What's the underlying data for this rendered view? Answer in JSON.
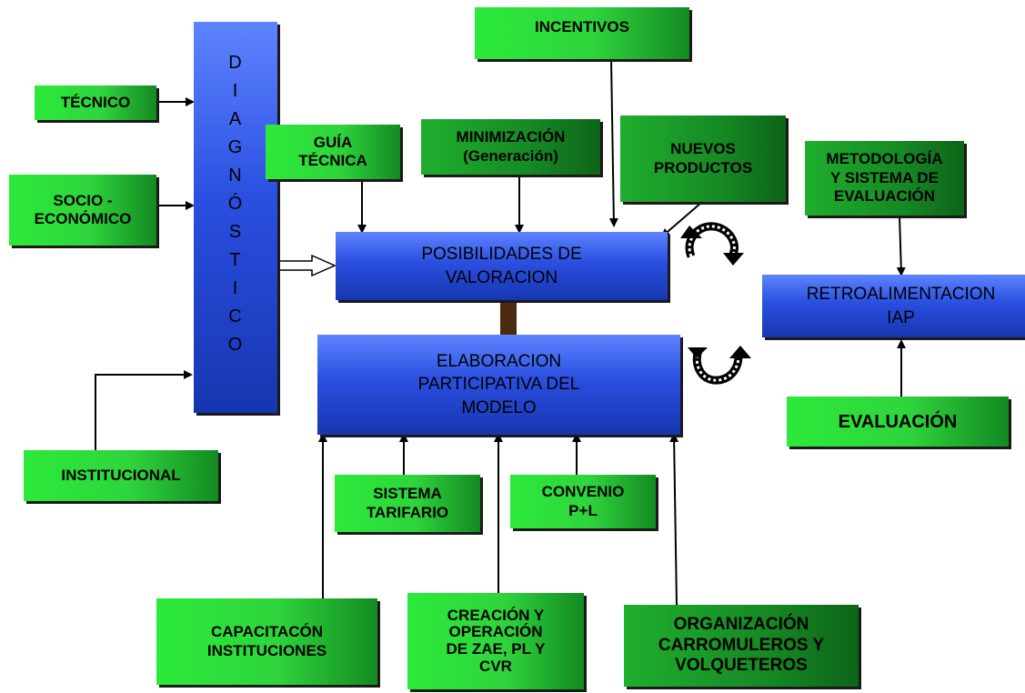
{
  "diagnostico": [
    "D",
    "I",
    "A",
    "G",
    "N",
    "Ó",
    "S",
    "T",
    "I",
    "C",
    "O"
  ],
  "inputs": {
    "tecnico": "TÉCNICO",
    "socio": "SOCIO    -\nECONÓMICO",
    "institucional": "INSTITUCIONAL"
  },
  "top": {
    "guia": "GUÍA\nTÉCNICA",
    "minimizacion": "MINIMIZACIÓN\n(Generación)",
    "incentivos": "INCENTIVOS",
    "nuevos": "NUEVOS\nPRODUCTOS"
  },
  "center": {
    "posibilidades": "POSIBILIDADES DE\nVALORACION",
    "elaboracion": "ELABORACION\nPARTICIPATIVA DEL\nMODELO"
  },
  "right": {
    "metodologia": "METODOLOGÍA\nY SISTEMA DE\nEVALUACIÓN",
    "retro": "RETROALIMENTACION\nIAP",
    "evaluacion": "EVALUACIÓN"
  },
  "bottom": {
    "sistema": "SISTEMA\nTARIFARIO",
    "convenio": "CONVENIO\nP+L",
    "capacitacion": "CAPACITACÓN\nINSTITUCIONES",
    "creacion": "CREACIÓN Y\nOPERACIÓN\nDE  ZAE, PL Y\nCVR",
    "organizacion": "ORGANIZACIÓN\nCARROMULEROS Y\nVOLQUETEROS"
  }
}
